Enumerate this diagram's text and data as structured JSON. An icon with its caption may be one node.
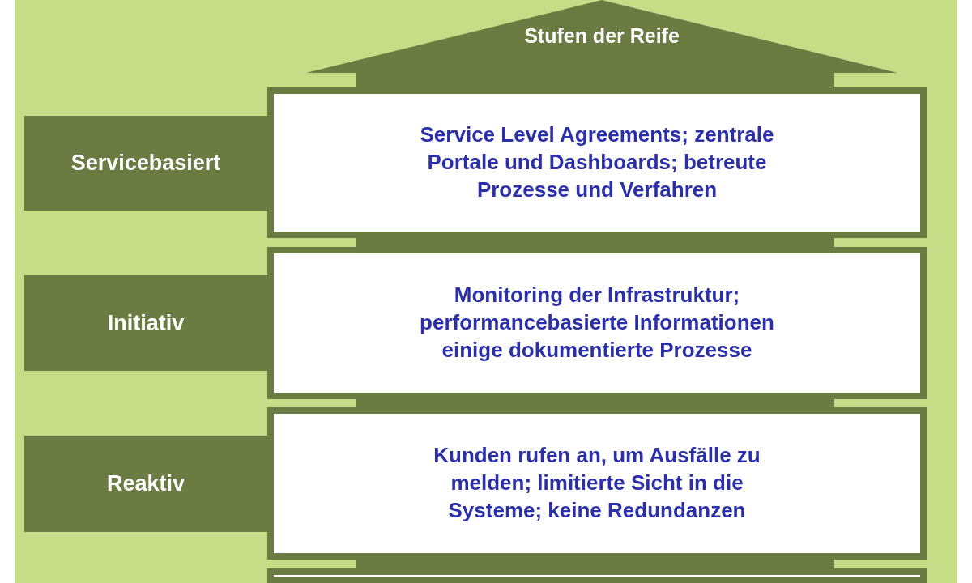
{
  "diagram": {
    "nodes": [
      {
        "text": [
          "Stufen der Reife"
        ]
      },
      {
        "text": [
          "Servicebasiert"
        ]
      },
      {
        "text": [
          "Service Level Agreements; zentrale Portale und Dashboards; betreute Prozesse und Verfahren"
        ]
      },
      {
        "text": [
          "Initiativ"
        ]
      },
      {
        "text": [
          "Monitoring der Infrastruktur; performancebasierte Informationen einige dokumentierte Prozesse"
        ]
      },
      {
        "text": [
          "Reaktiv"
        ]
      },
      {
        "text": [
          "Kunden rufen an, um Ausfälle zu melden; limitierte Sicht in die Systeme; keine Redundanzen"
        ]
      },
      {
        "text": [],
        "shape": "box"
      }
    ],
    "edges": []
  }
}
